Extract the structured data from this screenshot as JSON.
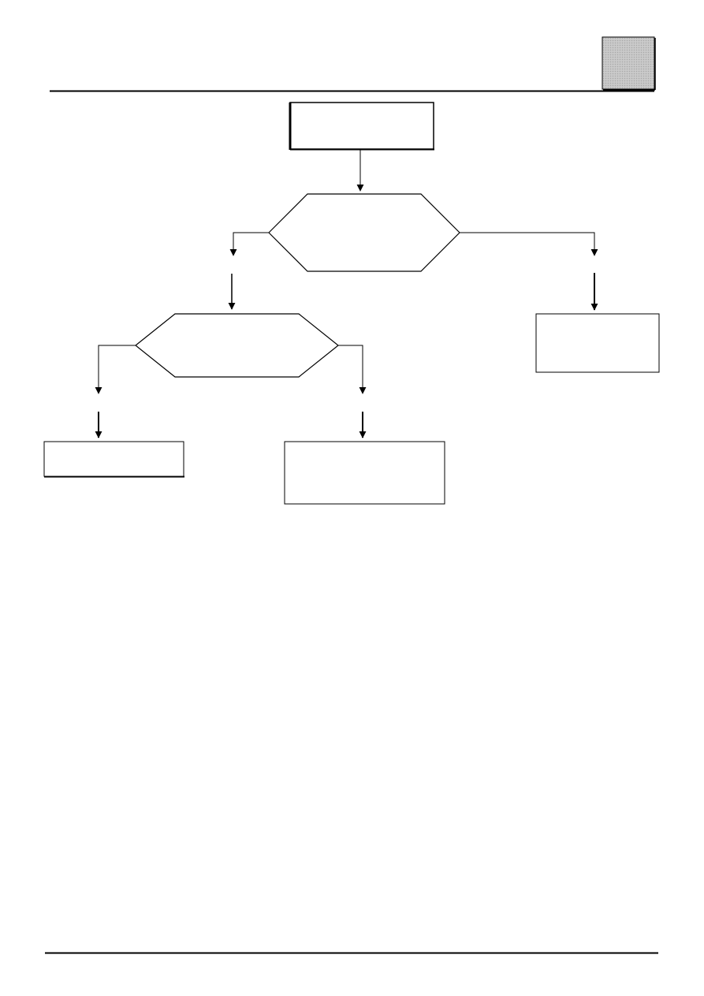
{
  "header": {
    "tab_fill": "#c8c8c8",
    "tab_border": "#000000"
  },
  "diagram": {
    "stroke_color": "#000000",
    "fill_color": "#ffffff",
    "nodes": {
      "start": {
        "shape": "rectangle",
        "label": ""
      },
      "decision_top": {
        "shape": "hexagon",
        "label": ""
      },
      "decision_left": {
        "shape": "hexagon",
        "label": ""
      },
      "result_right": {
        "shape": "rectangle",
        "label": ""
      },
      "result_left": {
        "shape": "rectangle",
        "label": ""
      },
      "result_middle": {
        "shape": "rectangle",
        "label": ""
      }
    },
    "edges": [
      {
        "from": "start",
        "to": "decision_top"
      },
      {
        "from": "decision_top",
        "to": "decision_left"
      },
      {
        "from": "decision_top",
        "to": "result_right"
      },
      {
        "from": "decision_left",
        "to": "result_left"
      },
      {
        "from": "decision_left",
        "to": "result_middle"
      }
    ]
  }
}
